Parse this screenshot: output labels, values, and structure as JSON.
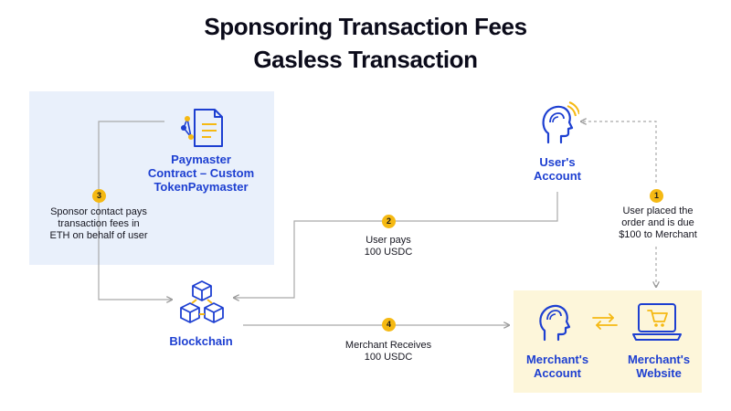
{
  "title": {
    "line1": "Sponsoring Transaction Fees",
    "line2": "Gasless Transaction"
  },
  "nodes": {
    "paymaster": {
      "label_1": "Paymaster",
      "label_2": "Contract – Custom",
      "label_3": "TokenPaymaster"
    },
    "user_account": {
      "label_1": "User's",
      "label_2": "Account"
    },
    "blockchain": {
      "label": "Blockchain"
    },
    "merchant_account": {
      "label_1": "Merchant's",
      "label_2": "Account"
    },
    "merchant_website": {
      "label_1": "Merchant's",
      "label_2": "Website"
    }
  },
  "steps": [
    {
      "number": "1",
      "text_1": "User placed the",
      "text_2": "order and is due",
      "text_3": "$100 to Merchant"
    },
    {
      "number": "2",
      "text_1": "User pays",
      "text_2": "100 USDC"
    },
    {
      "number": "3",
      "text_1": "Sponsor contact pays",
      "text_2": "transaction fees in",
      "text_3": "ETH on behalf of user"
    },
    {
      "number": "4",
      "text_1": "Merchant Receives",
      "text_2": "100 USDC"
    }
  ],
  "colors": {
    "accent_blue": "#1d3fd1",
    "badge_yellow": "#f5b913",
    "sponsor_panel": "#e9f0fb",
    "merchant_panel": "#fdf6da",
    "connector_gray": "#a9a9a9"
  },
  "icons": {
    "paymaster": "contract-document-icon",
    "user_account": "user-head-icon",
    "blockchain": "blockchain-cubes-icon",
    "merchant_account": "merchant-head-icon",
    "merchant_website": "shopping-cart-laptop-icon",
    "exchange": "exchange-arrows-icon"
  }
}
